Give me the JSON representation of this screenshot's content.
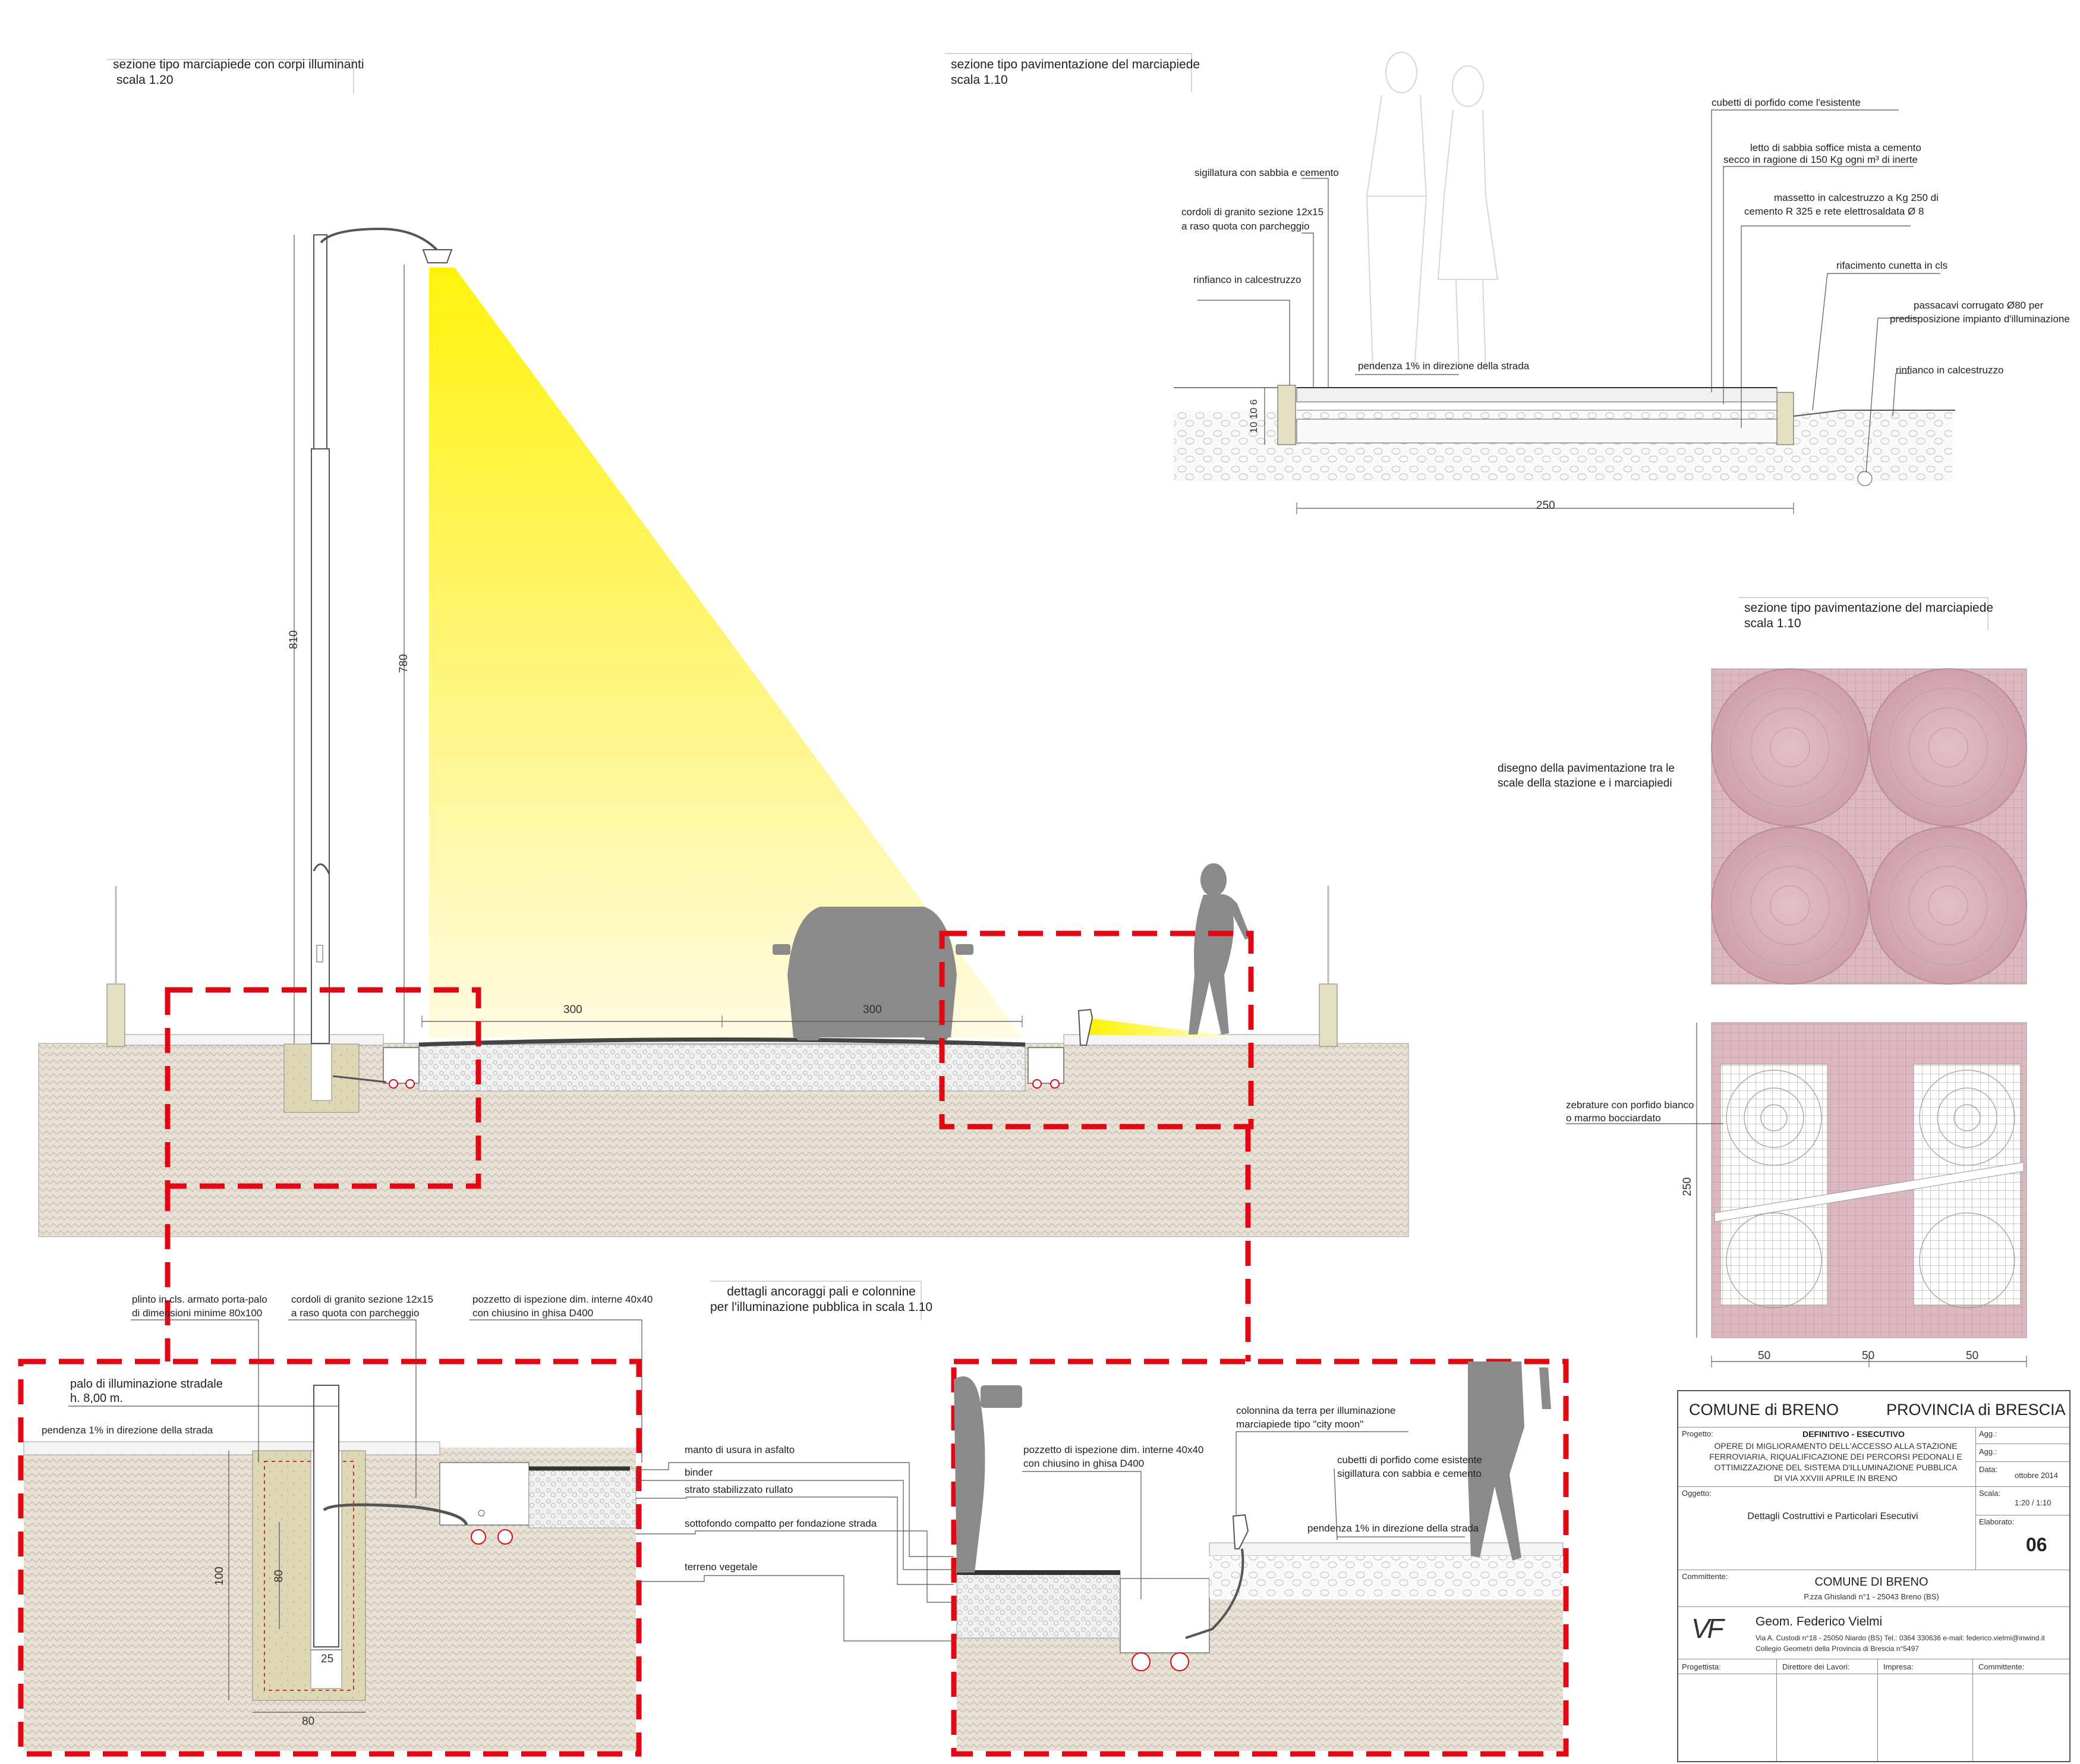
{
  "titles": {
    "section_lamps": "sezione tipo marciapiede con corpi illuminanti\n scala 1.20",
    "section_pav_top": "sezione tipo pavimentazione del marciapiede\nscala 1.10",
    "section_pav_right": "sezione tipo pavimentazione del marciapiede\nscala 1.10",
    "details": "dettagli ancoraggi pali e colonnine\nper l'illuminazione pubblica in scala 1.10"
  },
  "paving_labels": {
    "cubetti": "cubetti di porfido come l'esistente",
    "letto_1": "letto di sabbia soffice mista a cemento",
    "letto_2": "secco in ragione di 150 Kg ogni m³ di inerte",
    "sigillatura": "sigillatura con sabbia e cemento",
    "massetto_1": "massetto in calcestruzzo a Kg 250 di",
    "massetto_2": "cemento R 325 e rete elettrosaldata Ø 8",
    "cordoli_1": "cordoli  di granito sezione 12x15",
    "cordoli_2": "a raso quota con parcheggio",
    "rifacimento": "rifacimento cunetta in cls",
    "rinfianco_l": "rinfianco in calcestruzzo",
    "passacavi_1": "passacavi corrugato Ø80 per",
    "passacavi_2": "predisposizione impianto d'illuminazione",
    "pendenza": "pendenza 1% in direzione della strada",
    "rinfianco_r": "rinfianco in calcestruzzo",
    "dim_250": "250",
    "dim_layers": "10  10  6"
  },
  "pattern_labels": {
    "disegno_1": "disegno della pavimentazione tra le",
    "disegno_2": "scale della stazione e i marciapiedi",
    "zebrature_1": "zebrature con porfido bianco",
    "zebrature_2": "o marmo bocciardato",
    "dim_250": "250",
    "dim_50a": "50",
    "dim_50b": "50",
    "dim_50c": "50"
  },
  "main_section": {
    "dim_810": "810",
    "dim_780": "780",
    "dim_300a": "300",
    "dim_300b": "300"
  },
  "detail_left": {
    "plinto_1": "plinto in cls. armato porta-palo",
    "plinto_2": "di dimensioni minime 80x100",
    "cordoli_1": "cordoli  di granito sezione 12x15",
    "cordoli_2": "a raso quota con parcheggio",
    "pozzetto_1": "pozzetto di ispezione dim. interne 40x40",
    "pozzetto_2": "con chiusino in ghisa D400",
    "palo_1": "palo di illuminazione stradale",
    "palo_2": "h. 8,00 m.",
    "pendenza": "pendenza 1% in direzione della strada",
    "dim_80v": "80",
    "dim_100": "100",
    "dim_25": "25",
    "dim_80h": "80"
  },
  "road_layers": {
    "manto": "manto di usura in asfalto",
    "binder": "binder",
    "strato": "strato stabilizzato rullato",
    "sottofondo": "sottofondo compatto per fondazione strada",
    "terreno": "terreno vegetale"
  },
  "detail_right": {
    "pozzetto_1": "pozzetto di ispezione dim. interne 40x40",
    "pozzetto_2": "con chiusino in ghisa D400",
    "colonnina_1": "colonnina da terra per illuminazione",
    "colonnina_2": "marciapiede tipo \"city moon\"",
    "cubetti_1": "cubetti di porfido come esistente",
    "cubetti_2": "sigillatura con sabbia e cemento",
    "pendenza": "pendenza 1% in direzione della strada"
  },
  "title_block": {
    "comune": "COMUNE di BRENO",
    "provincia": "PROVINCIA di BRESCIA",
    "progetto_label": "Progetto:",
    "progetto_type": "DEFINITIVO - ESECUTIVO",
    "progetto_1": "OPERE DI MIGLIORAMENTO DELL'ACCESSO ALLA STAZIONE",
    "progetto_2": "FERROVIARIA, RIQUALIFICAZIONE DEI PERCORSI PEDONALI E",
    "progetto_3": "OTTIMIZZAZIONE DEL SISTEMA D'ILLUMINAZIONE PUBBLICA",
    "progetto_4": "DI VIA XXVIII APRILE IN BRENO",
    "agg1": "Agg.:",
    "agg2": "Agg.:",
    "data_label": "Data:",
    "data_value": "ottobre  2014",
    "oggetto_label": "Oggetto:",
    "oggetto_value": "Dettagli Costruttivi e Particolari Esecutivi",
    "scala_label": "Scala:",
    "scala_value": "1:20 / 1:10",
    "elaborato_label": "Elaborato:",
    "elaborato_value": "06",
    "committente_label": "Committente:",
    "committente_value": "COMUNE DI BRENO",
    "committente_addr": "P.zza Ghislandi n°1 - 25043  Breno (BS)",
    "logo": "VF",
    "firm_name": "Geom. Federico Vielmi",
    "firm_addr": "Via A. Custodi n°18 - 25050 Niardo (BS) Tel.: 0364 330636 e-mail: federico.vielmi@inwind.it",
    "firm_reg": "Collegio Geometri della Provincia di Brescia n°5497",
    "sig_progettista": "Progettista:",
    "sig_direttore": "Direttore  dei  Lavori:",
    "sig_impresa": "Impresa:",
    "sig_committente": "Committente:"
  },
  "colors": {
    "danger_dashes": "#e30613",
    "light_beam": "#fff36b",
    "paving_pink": "#d9b3bb",
    "soil": "#e6e0d3",
    "silhouette": "#8a8a8a",
    "foundation": "#ddd7b5"
  }
}
